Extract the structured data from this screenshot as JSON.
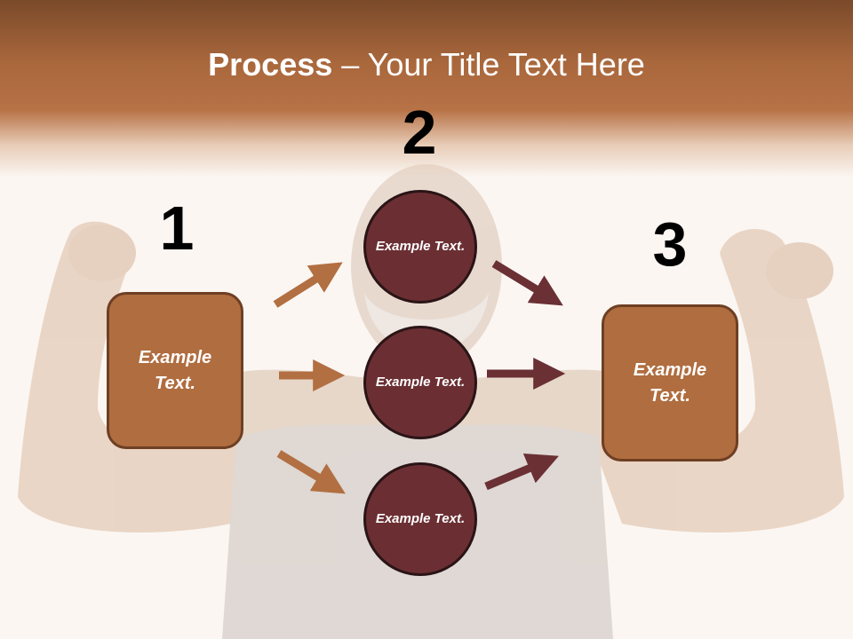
{
  "title": {
    "bold": "Process",
    "rest": " – Your Title Text Here"
  },
  "steps": [
    {
      "number": "1",
      "label": "Example Text."
    },
    {
      "number": "2",
      "circles": [
        "Example Text.",
        "Example Text.",
        "Example Text."
      ]
    },
    {
      "number": "3",
      "label": "Example Text."
    }
  ],
  "colors": {
    "header_brown": "#a9673c",
    "box_fill": "#b06d3f",
    "circle_fill": "#6b2f33",
    "arrow_light": "#b26f42",
    "arrow_dark": "#6a3034"
  }
}
